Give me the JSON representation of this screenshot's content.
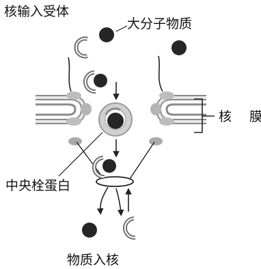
{
  "labels": {
    "receptor": "核输入受体",
    "cargo": "大分子物质",
    "membrane": "核 膜",
    "central_plug": "中央栓蛋白",
    "cargo_entry": "物质入核"
  },
  "colors": {
    "cargo_fill": "#262626",
    "receptor_stroke": "#6f6f6f",
    "membrane_fill": "#c9c9c9",
    "pore_protein": "#bdbdbd",
    "line": "#222222"
  },
  "icons": {
    "cargo": "dark-sphere",
    "receptor": "c-shaped-receptor",
    "arrows": "downward-and-upward-arrows"
  }
}
